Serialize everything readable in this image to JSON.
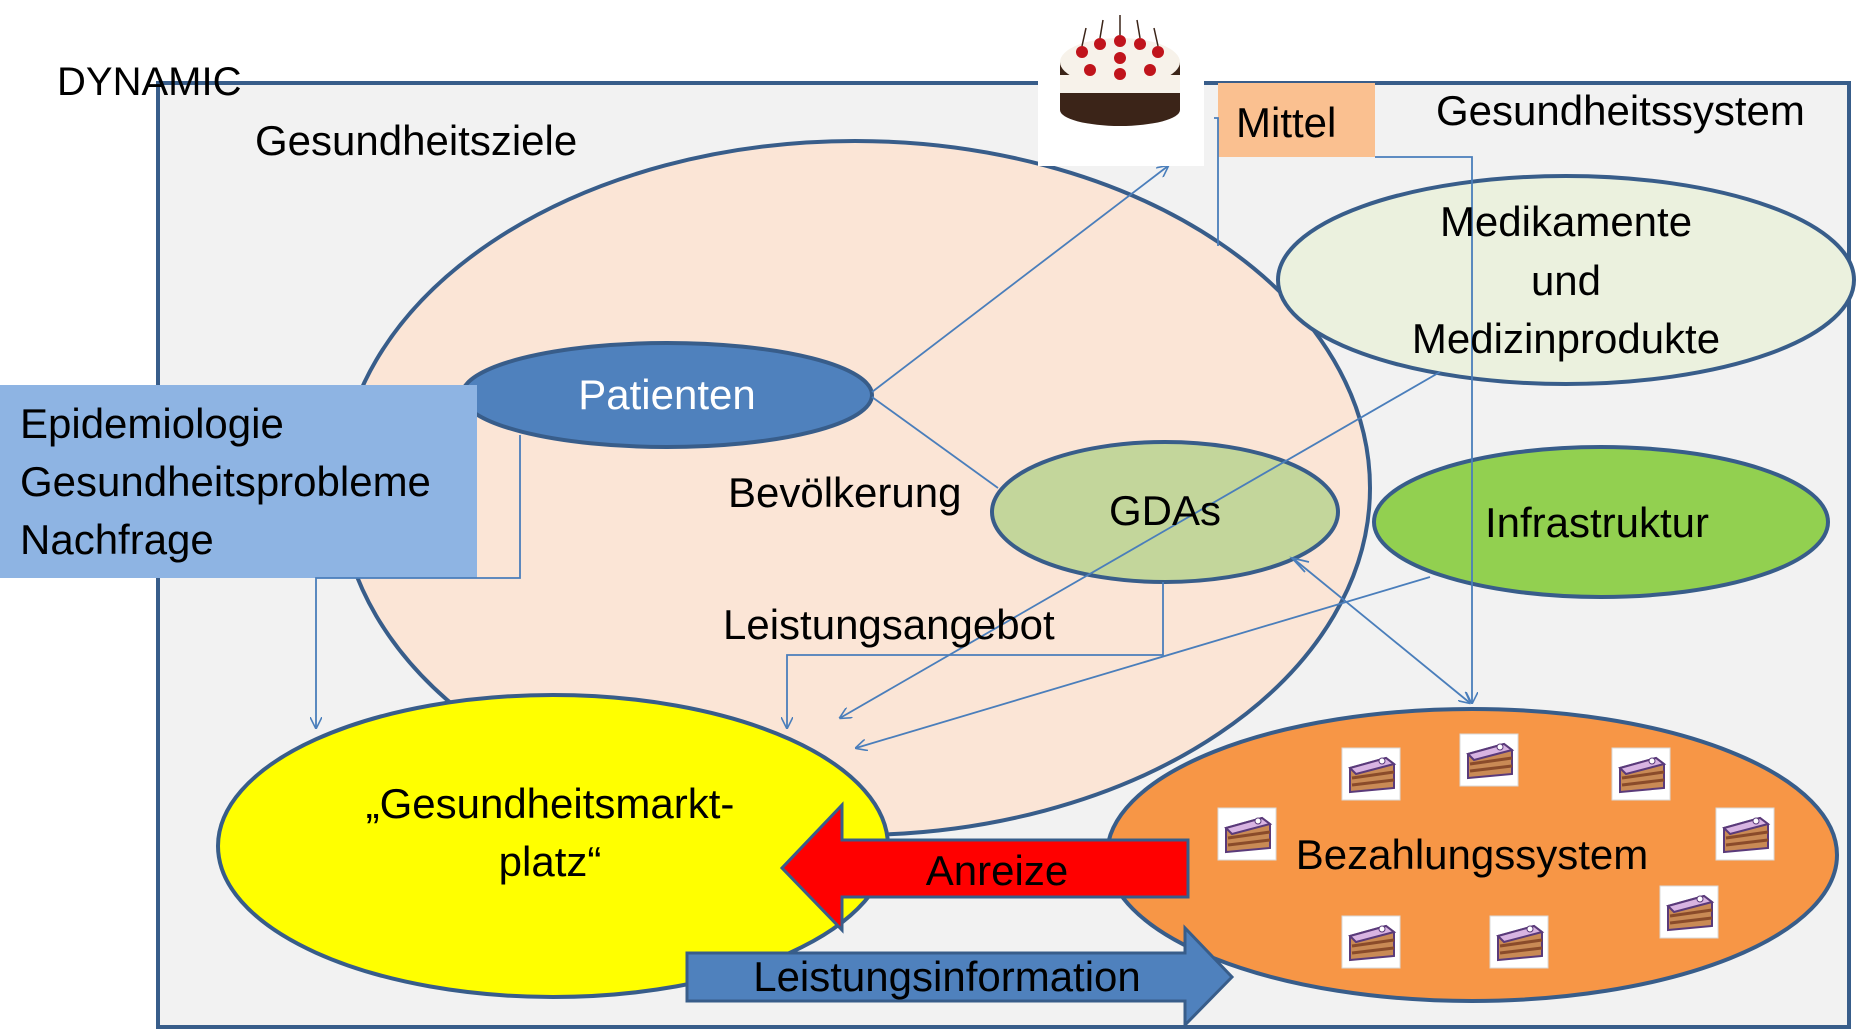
{
  "diagram": {
    "labels": {
      "dynamic": "DYNAMIC",
      "health_goals": "Gesundheitsziele",
      "health_system": "Gesundheitssystem",
      "resources": "Mittel",
      "medicines_line1": "Medikamente",
      "medicines_line2": "und",
      "medicines_line3": "Medizinprodukte",
      "patients": "Patienten",
      "population": "Bevölkerung",
      "providers": "GDAs",
      "infrastructure": "Infrastruktur",
      "service_supply": "Leistungsangebot",
      "epidemiology_line1": "Epidemiologie",
      "epidemiology_line2": "Gesundheitsprobleme",
      "epidemiology_line3": "Nachfrage",
      "marketplace_line1": "„Gesundheitsmarkt-",
      "marketplace_line2": "platz“",
      "payment_system": "Bezahlungssystem",
      "incentives": "Anreize",
      "service_information": "Leistungsinformation"
    },
    "colors": {
      "frame_fill": "#f2f2f2",
      "frame_stroke": "#385d8a",
      "population_fill": "#fbe5d6",
      "patients_fill": "#4f81bd",
      "providers_fill": "#c3d69b",
      "infrastructure_fill": "#92d050",
      "medicines_fill": "#ebf1de",
      "resources_fill": "#fac090",
      "epidemiology_fill": "#8eb4e3",
      "marketplace_fill": "#ffff00",
      "payment_fill": "#f79646",
      "incentives_fill": "#ff0000",
      "information_fill": "#4f81bd",
      "connector": "#4a7ebb"
    },
    "icons": {
      "cake": "cake-icon",
      "cake_slice": "cake-slice-icon"
    }
  }
}
